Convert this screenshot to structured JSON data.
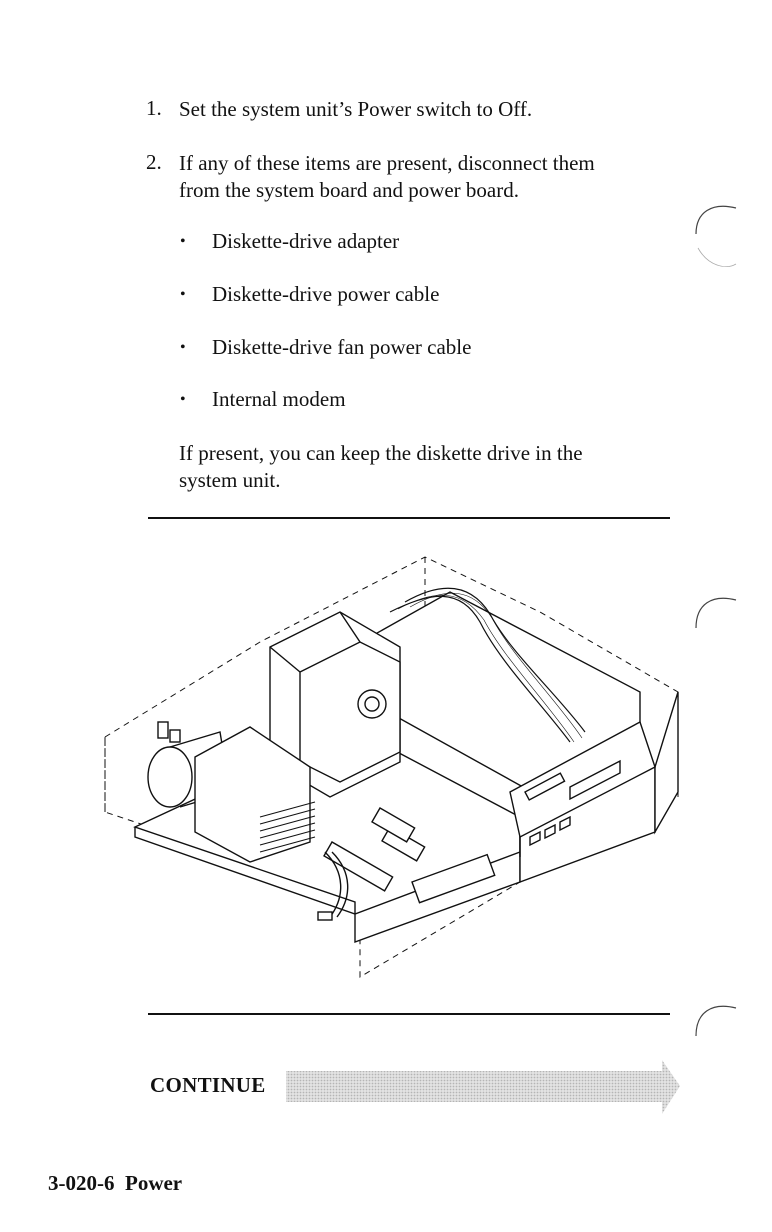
{
  "steps": [
    {
      "number": "1.",
      "text": "Set the system unit’s Power switch to Off."
    },
    {
      "number": "2.",
      "line1": "If any of these items are present, disconnect them",
      "line2": "from the system board and power board."
    }
  ],
  "items": [
    "Diskette-drive adapter",
    "Diskette-drive power cable",
    "Diskette-drive fan power cable",
    "Internal modem"
  ],
  "note": {
    "line1": "If present, you can keep the diskette drive in the",
    "line2": "system unit."
  },
  "continue_label": "CONTINUE",
  "footer": "3-020-6  Power"
}
